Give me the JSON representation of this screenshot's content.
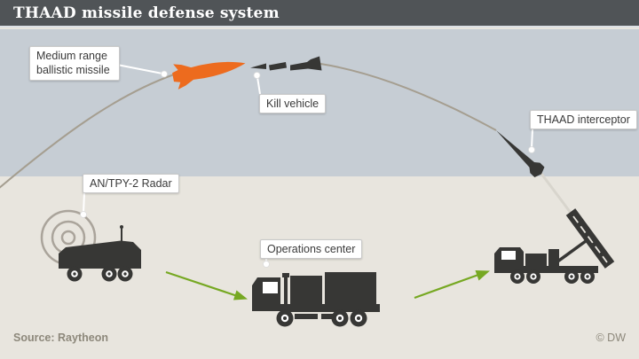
{
  "header": {
    "title": "THAAD missile defense system"
  },
  "labels": {
    "mrbm": "Medium range ballistic missile",
    "kill_vehicle": "Kill vehicle",
    "interceptor": "THAAD interceptor",
    "radar": "AN/TPY-2 Radar",
    "operations": "Operations center"
  },
  "footer": {
    "source": "Source: Raytheon",
    "credit": "© DW"
  },
  "colors": {
    "title_bar_bg": "#505457",
    "sky": "#c6cdd4",
    "ground": "#e8e5de",
    "silhouette": "#373735",
    "missile_orange": "#ed6b1e",
    "arrow_green": "#76a822",
    "trajectory": "#a59e90",
    "trail_light": "#d8d5cd",
    "radar_wave": "#aaa49b",
    "connector_white": "#ffffff"
  }
}
